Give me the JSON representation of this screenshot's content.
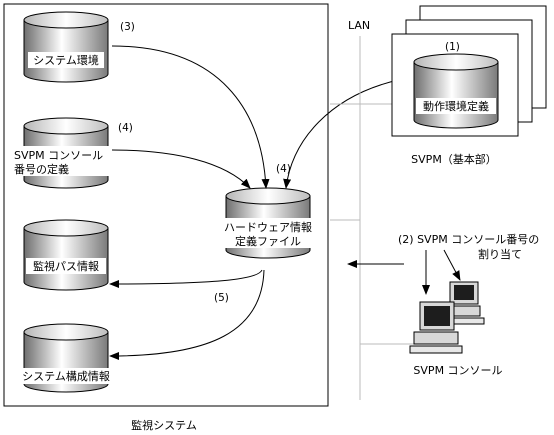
{
  "monitoring_system": {
    "label": "監視システム",
    "db_system_env": "システム環境",
    "step_3": "(3)",
    "step_4_console": "(4)",
    "console_def_line1": "SVPM コンソール",
    "console_def_line2": "番号の定義",
    "monitor_path": "監視パス情報",
    "system_config": "システム構成情報",
    "step_5": "(5)"
  },
  "hardware_def": {
    "step_4": "(4)",
    "line1": "ハードウェア情報",
    "line2": "定義ファイル"
  },
  "lan": {
    "label": "LAN"
  },
  "svpm": {
    "step_1": "(1)",
    "db_label": "動作環境定義",
    "caption": "SVPM（基本部）"
  },
  "console": {
    "step_2_line1": "(2) SVPM コンソール番号の",
    "step_2_line2": "割り当て",
    "caption": "SVPM コンソール"
  }
}
